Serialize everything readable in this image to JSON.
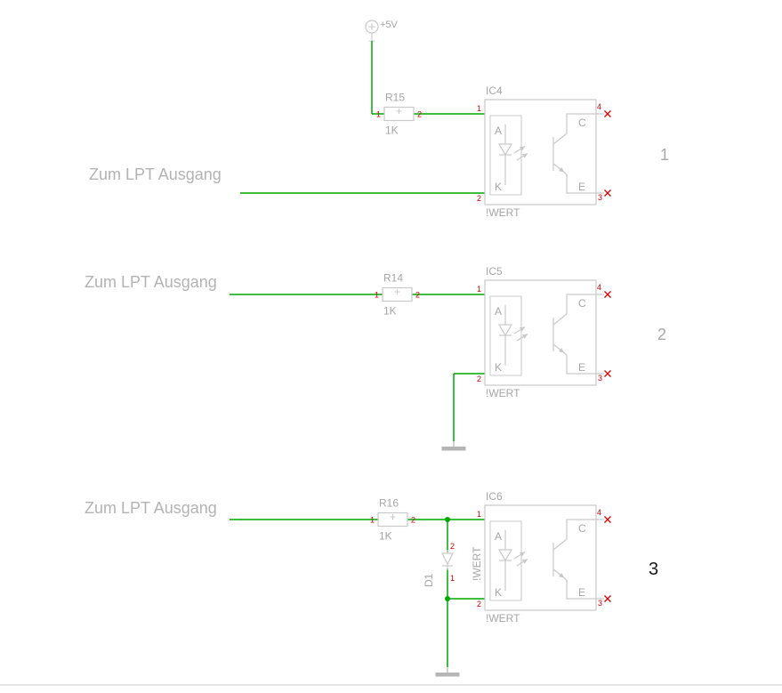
{
  "colors": {
    "wire_green": "#00A800",
    "symbol_gray": "#C9C9C9",
    "pin_red": "#D40000",
    "label_gray": "#A6A6A6",
    "input_label_gray": "#B3B3B3"
  },
  "supply": {
    "label": "+5V"
  },
  "inputs": [
    "Zum LPT Ausgang",
    "Zum LPT Ausgang",
    "Zum LPT Ausgang"
  ],
  "opto_letters": {
    "anode": "A",
    "cathode": "K",
    "collector": "C",
    "emitter": "E"
  },
  "circuits": [
    {
      "number": "1",
      "resistor": {
        "name": "R15",
        "value": "1K",
        "pin1": "1",
        "pin2": "2"
      },
      "ic": {
        "name": "IC4",
        "value": "!WERT",
        "pin1": "1",
        "pin2": "2",
        "pin3": "3",
        "pin4": "4"
      }
    },
    {
      "number": "2",
      "resistor": {
        "name": "R14",
        "value": "1K",
        "pin1": "1",
        "pin2": "2"
      },
      "ic": {
        "name": "IC5",
        "value": "!WERT",
        "pin1": "1",
        "pin2": "2",
        "pin3": "3",
        "pin4": "4"
      }
    },
    {
      "number": "3",
      "resistor": {
        "name": "R16",
        "value": "1K",
        "pin1": "1",
        "pin2": "2"
      },
      "ic": {
        "name": "IC6",
        "value": "!WERT",
        "pin1": "1",
        "pin2": "2",
        "pin3": "3",
        "pin4": "4"
      }
    }
  ],
  "diode": {
    "name": "D1",
    "value": "!WERT",
    "pin1": "1",
    "pin2": "2"
  }
}
